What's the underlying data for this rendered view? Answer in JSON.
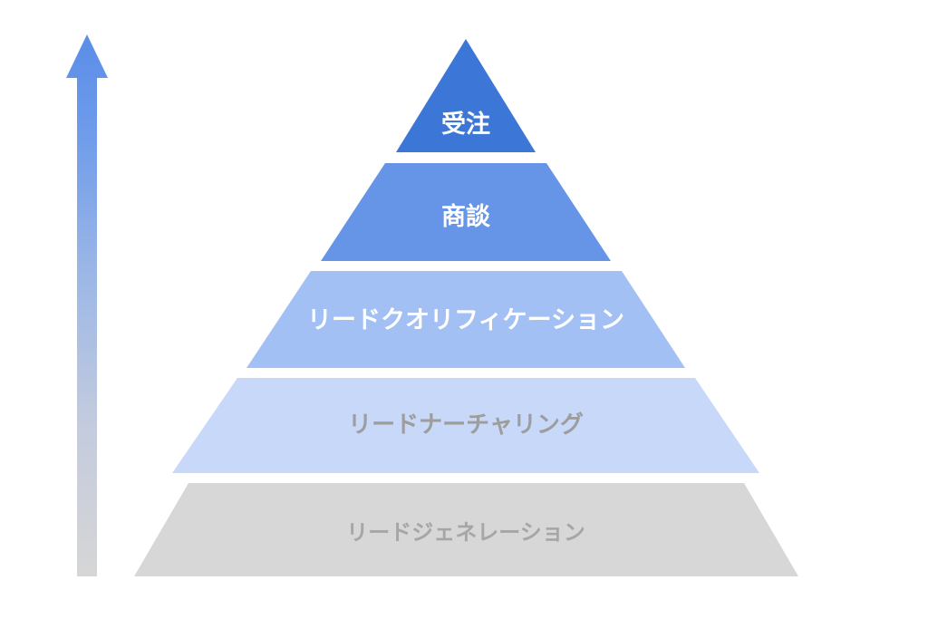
{
  "diagram": {
    "type": "pyramid",
    "title": "",
    "background_color": "#ffffff",
    "orientation": "bottom-wide",
    "tiers": [
      {
        "id": "tier-1",
        "label": "受注",
        "fill": "#3C77D8",
        "text_color": "#ffffff",
        "font_size": 27,
        "level": 1,
        "shape": "triangle"
      },
      {
        "id": "tier-2",
        "label": "商談",
        "fill": "#6695E8",
        "text_color": "#ffffff",
        "font_size": 27,
        "level": 2,
        "shape": "trapezoid"
      },
      {
        "id": "tier-3",
        "label": "リードクオリフィケーション",
        "fill": "#A2C0F3",
        "text_color": "#ffffff",
        "font_size": 27,
        "level": 3,
        "shape": "trapezoid"
      },
      {
        "id": "tier-4",
        "label": "リードナーチャリング",
        "fill": "#C8D8F8",
        "text_color": "#9D9D9D",
        "font_size": 26,
        "level": 4,
        "shape": "trapezoid"
      },
      {
        "id": "tier-5",
        "label": "リードジェネレーション",
        "fill": "#D7D7D7",
        "text_color": "#A6A6A6",
        "font_size": 24,
        "level": 5,
        "shape": "trapezoid"
      }
    ],
    "arrow": {
      "name": "upward-arrow",
      "direction": "up",
      "gradient_top_color": "#5B8DE8",
      "gradient_bottom_color": "#D6D6D6",
      "label": ""
    }
  },
  "chart_data": {
    "type": "pyramid",
    "title": "",
    "categories": [
      "受注",
      "商談",
      "リードクオリフィケーション",
      "リードナーチャリング",
      "リードジェネレーション"
    ],
    "values": [
      1,
      2,
      3,
      4,
      5
    ],
    "colors": [
      "#3C77D8",
      "#6695E8",
      "#A2C0F3",
      "#C8D8F8",
      "#D7D7D7"
    ],
    "legend": "none",
    "grid": false,
    "xlabel": "",
    "ylabel": ""
  }
}
